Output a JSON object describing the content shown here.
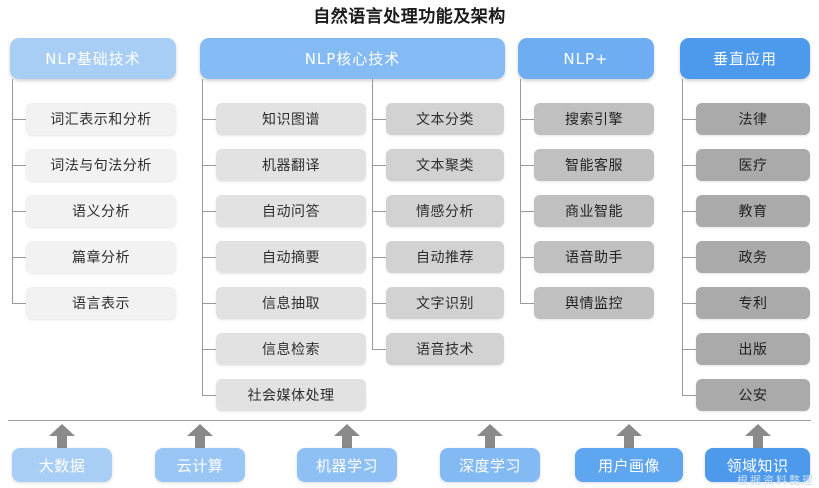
{
  "title": "自然语言处理功能及架构",
  "watermark": "根据资料整理",
  "palette": {
    "header_1": "#a9cef5",
    "header_2": "#85bbf5",
    "header_3": "#6fadf2",
    "header_4": "#4d9aed",
    "leaf_col1": "#f2f2f2",
    "leaf_col2": "#e2e2e2",
    "leaf_col3": "#d2d2d2",
    "leaf_col4": "#c0c0c0",
    "leaf_col5": "#aaaaaa",
    "connector": "#9a9a9a",
    "arrow": "#8a8a8a",
    "title_color": "#1a1a1a"
  },
  "columns": [
    {
      "id": "nlp-basic",
      "header": "NLP基础技术",
      "header_color": "#a9cef5",
      "leaf_color": "#f2f2f2",
      "items": [
        "词汇表示和分析",
        "词法与句法分析",
        "语义分析",
        "篇章分析",
        "语言表示"
      ]
    },
    {
      "id": "nlp-core-a",
      "header": "NLP核心技术",
      "header_color": "#85bbf5",
      "leaf_color": "#e2e2e2",
      "items": [
        "知识图谱",
        "机器翻译",
        "自动问答",
        "自动摘要",
        "信息抽取",
        "信息检索",
        "社会媒体处理"
      ]
    },
    {
      "id": "nlp-core-b",
      "header": "",
      "header_color": "#85bbf5",
      "leaf_color": "#d2d2d2",
      "items": [
        "文本分类",
        "文本聚类",
        "情感分析",
        "自动推荐",
        "文字识别",
        "语音技术"
      ]
    },
    {
      "id": "nlp-plus",
      "header": "NLP+",
      "header_color": "#6fadf2",
      "leaf_color": "#c0c0c0",
      "items": [
        "搜索引擎",
        "智能客服",
        "商业智能",
        "语音助手",
        "舆情监控"
      ]
    },
    {
      "id": "vertical-apps",
      "header": "垂直应用",
      "header_color": "#4d9aed",
      "leaf_color": "#aaaaaa",
      "items": [
        "法律",
        "医疗",
        "教育",
        "政务",
        "专利",
        "出版",
        "公安"
      ]
    }
  ],
  "foundation": {
    "items": [
      {
        "label": "大数据",
        "color": "#a9cef5"
      },
      {
        "label": "云计算",
        "color": "#9ac6f5"
      },
      {
        "label": "机器学习",
        "color": "#8fc0f5"
      },
      {
        "label": "深度学习",
        "color": "#84baf4"
      },
      {
        "label": "用户画像",
        "color": "#5fa6f0"
      },
      {
        "label": "领域知识",
        "color": "#4d9aed"
      }
    ]
  }
}
